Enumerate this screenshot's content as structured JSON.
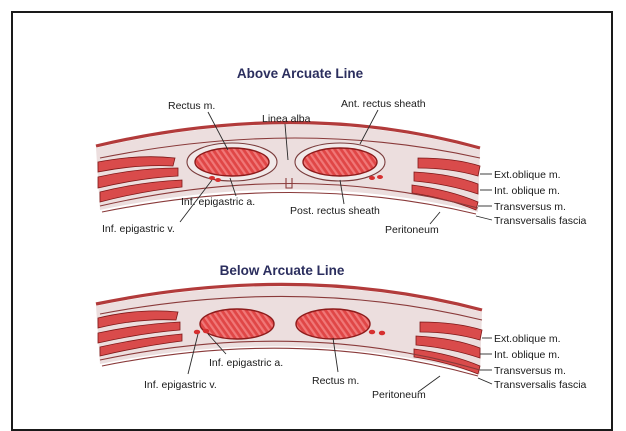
{
  "colors": {
    "muscle": "#e04646",
    "muscle_stripe": "#f07878",
    "tissue": "#ecdede",
    "outline": "#7a3c3c",
    "title": "#2b2e5e",
    "vessel": "#d63030"
  },
  "above": {
    "title": "Above Arcuate Line",
    "labels": {
      "rectus": "Rectus m.",
      "linea_alba": "Linea alba",
      "ant_sheath": "Ant. rectus sheath",
      "ext_oblique": "Ext.oblique m.",
      "int_oblique": "Int. oblique m.",
      "transversus": "Transversus m.",
      "transversalis": "Transversalis fascia",
      "inf_epigastric_a": "Inf. epigastric a.",
      "post_sheath": "Post. rectus sheath",
      "inf_epigastric_v": "Inf. epigastric v.",
      "peritoneum": "Peritoneum"
    }
  },
  "below": {
    "title": "Below Arcuate Line",
    "labels": {
      "ext_oblique": "Ext.oblique m.",
      "int_oblique": "Int. oblique m.",
      "inf_epigastric_a": "Inf. epigastric a.",
      "transversus": "Transversus m.",
      "inf_epigastric_v": "Inf. epigastric v.",
      "rectus": "Rectus m.",
      "transversalis": "Transversalis fascia",
      "peritoneum": "Peritoneum"
    }
  }
}
